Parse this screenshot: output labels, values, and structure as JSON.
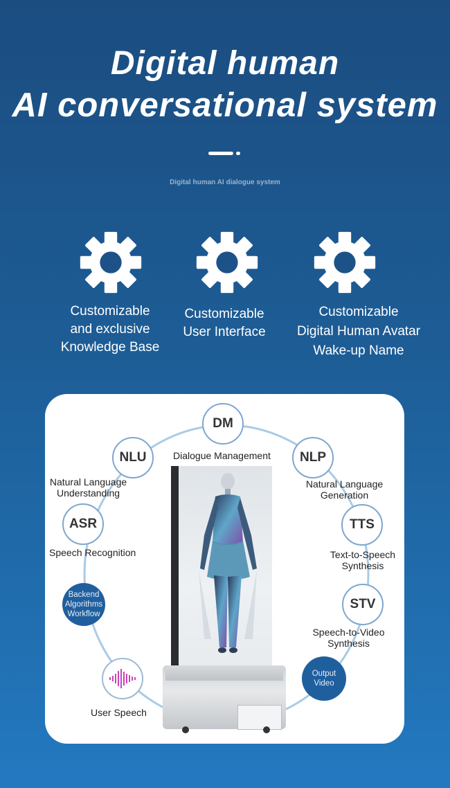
{
  "header": {
    "title_line1": "Digital human",
    "title_line2": "AI conversational system",
    "subtitle": "Digital human AI dialogue system"
  },
  "features": [
    {
      "icon": "gear-icon",
      "lines": [
        "Customizable",
        "and exclusive",
        "Knowledge Base"
      ]
    },
    {
      "icon": "gear-icon",
      "lines": [
        "Customizable",
        "User Interface"
      ]
    },
    {
      "icon": "gear-icon",
      "lines": [
        "Customizable",
        "Digital Human Avatar",
        "Wake-up Name"
      ]
    }
  ],
  "diagram": {
    "nodes": {
      "dm": "DM",
      "nlu": "NLU",
      "nlp": "NLP",
      "asr": "ASR",
      "tts": "TTS",
      "stv": "STV"
    },
    "labels": {
      "dm": "Dialogue Management",
      "nlu_1": "Natural Language",
      "nlu_2": "Understanding",
      "nlp_1": "Natural Language",
      "nlp_2": "Generation",
      "asr": "Speech Recognition",
      "tts_1": "Text-to-Speech",
      "tts_2": "Synthesis",
      "stv_1": "Speech-to-Video",
      "stv_2": "Synthesis",
      "user_speech": "User Speech"
    },
    "backend": [
      "Backend",
      "Algorithms",
      "Workflow"
    ],
    "output": [
      "Output",
      "Video"
    ]
  },
  "colors": {
    "ring": "#9cc2e2",
    "node_border": "#7fa6cf",
    "blue_node": "#1f5f9e"
  }
}
